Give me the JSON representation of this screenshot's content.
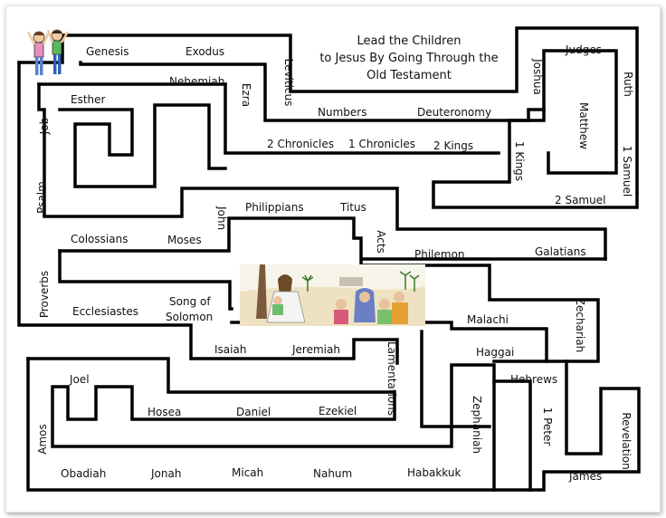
{
  "title": {
    "line1": "Lead the Children",
    "line2": "to Jesus By Going Through the",
    "line3": "Old Testament"
  },
  "labels": {
    "genesis": "Genesis",
    "exodus": "Exodus",
    "leviticus": "Leviticus",
    "numbers": "Numbers",
    "deuteronomy": "Deuteronomy",
    "joshua": "Joshua",
    "judges": "Judges",
    "ruth": "Ruth",
    "matthew": "Matthew",
    "samuel1": "1 Samuel",
    "samuel2": "2 Samuel",
    "kings1": "1 Kings",
    "kings2": "2 Kings",
    "chronicles1": "1 Chronicles",
    "chronicles2": "2 Chronicles",
    "ezra": "Ezra",
    "nehemiah": "Nehemiah",
    "esther": "Esther",
    "job": "Job",
    "psalm": "Psalm",
    "proverbs": "Proverbs",
    "ecclesiastes": "Ecclesiastes",
    "song": "Song of",
    "solomon": "Solomon",
    "colossians": "Colossians",
    "moses": "Moses",
    "john": "John",
    "philippians": "Philippians",
    "titus": "Titus",
    "acts": "Acts",
    "philemon": "Philemon",
    "galatians": "Galatians",
    "malachi": "Malachi",
    "zechariah": "Zechariah",
    "haggai": "Haggai",
    "hebrews": "Hebrews",
    "zephaniah": "Zephaniah",
    "peter1": "1 Peter",
    "revelation": "Revelation",
    "james": "James",
    "isaiah": "Isaiah",
    "jeremiah": "Jeremiah",
    "lamentations": "Lamentations",
    "ezekiel": "Ezekiel",
    "daniel": "Daniel",
    "hosea": "Hosea",
    "joel": "Joel",
    "amos": "Amos",
    "obadiah": "Obadiah",
    "jonah": "Jonah",
    "micah": "Micah",
    "nahum": "Nahum",
    "habakkuk": "Habakkuk"
  },
  "colors": {
    "wall": "#000000",
    "sand": "#efe2c2",
    "sky": "#f7f4ea"
  }
}
